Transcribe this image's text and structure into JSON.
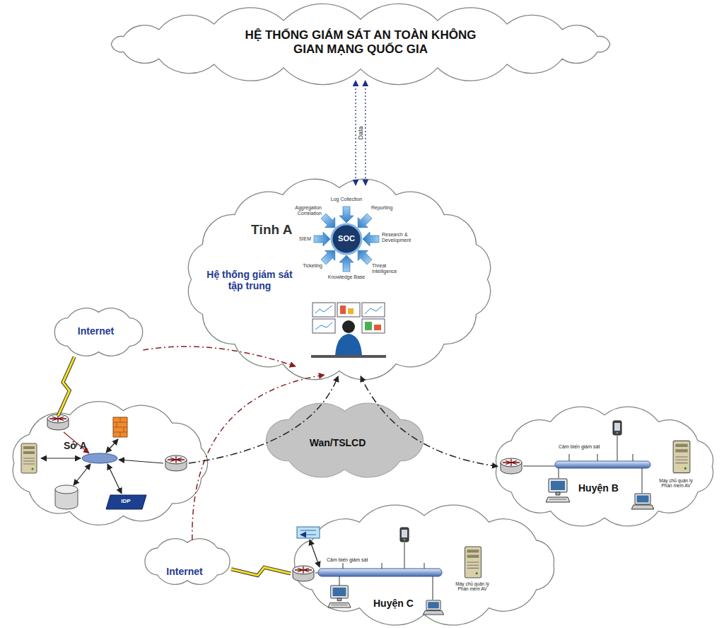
{
  "diagram": {
    "nodes": [
      {
        "text": [
          "HỆ THỐNG GIÁM SÁT AN TOÀN KHÔNG GIAN MẠNG QUỐC GIA"
        ]
      },
      {
        "text": [
          "Tỉnh A",
          "Hệ thống giám sát tập trung"
        ]
      },
      {
        "text": [
          "Internet"
        ]
      },
      {
        "text": [
          "Sở A"
        ]
      },
      {
        "text": [
          "Wan/TSLCD"
        ]
      },
      {
        "text": [
          "Huyện B"
        ]
      },
      {
        "text": [
          "Internet"
        ]
      },
      {
        "text": [
          "Huyện C"
        ]
      }
    ],
    "edges": [
      {
        "from": 1,
        "to": 0,
        "arrow": "both",
        "label": "Data"
      },
      {
        "from": 1,
        "to": 0,
        "arrow": "both"
      },
      {
        "from": 2,
        "to": 1,
        "arrow": "to"
      },
      {
        "from": 3,
        "to": 1,
        "arrow": "to"
      },
      {
        "from": 5,
        "to": 1,
        "arrow": "both"
      },
      {
        "from": 6,
        "to": 1,
        "arrow": "to"
      },
      {
        "from": 2,
        "to": 3,
        "arrow": "none"
      },
      {
        "from": 6,
        "to": 7,
        "arrow": "none"
      }
    ],
    "labels": [
      "SOC",
      "Log Collection",
      "Reporting",
      "Research & Development",
      "Threat Intelligence",
      "Knowledge Base",
      "Ticketing",
      "SIEM",
      "Aggregation Correlation",
      "IDP",
      "Cảm biến giám sát",
      "Máy chủ quản lý Phần mềm AV",
      "Cảm biến giám sát",
      "Máy chủ quản lý Phần mềm AV"
    ]
  }
}
